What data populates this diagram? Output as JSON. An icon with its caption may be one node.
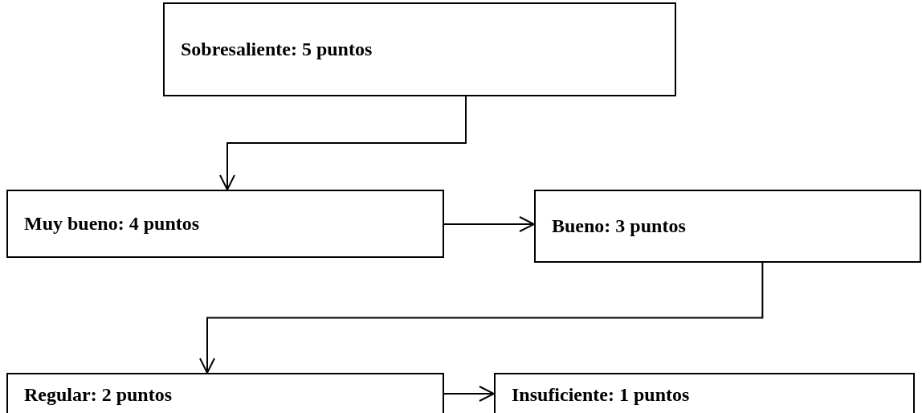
{
  "diagram": {
    "nodes": [
      {
        "text": [
          "Sobresaliente: 5 puntos"
        ]
      },
      {
        "text": [
          "Muy bueno: 4 puntos"
        ]
      },
      {
        "text": [
          "Bueno: 3 puntos"
        ]
      },
      {
        "text": [
          "Regular: 2 puntos"
        ]
      },
      {
        "text": [
          "Insuficiente: 1 puntos"
        ]
      }
    ],
    "edges": [
      {
        "from": 0,
        "to": 1,
        "arrow": "to"
      },
      {
        "from": 1,
        "to": 2,
        "arrow": "to"
      },
      {
        "from": 2,
        "to": 3,
        "arrow": "to"
      },
      {
        "from": 3,
        "to": 4,
        "arrow": "to"
      }
    ]
  }
}
